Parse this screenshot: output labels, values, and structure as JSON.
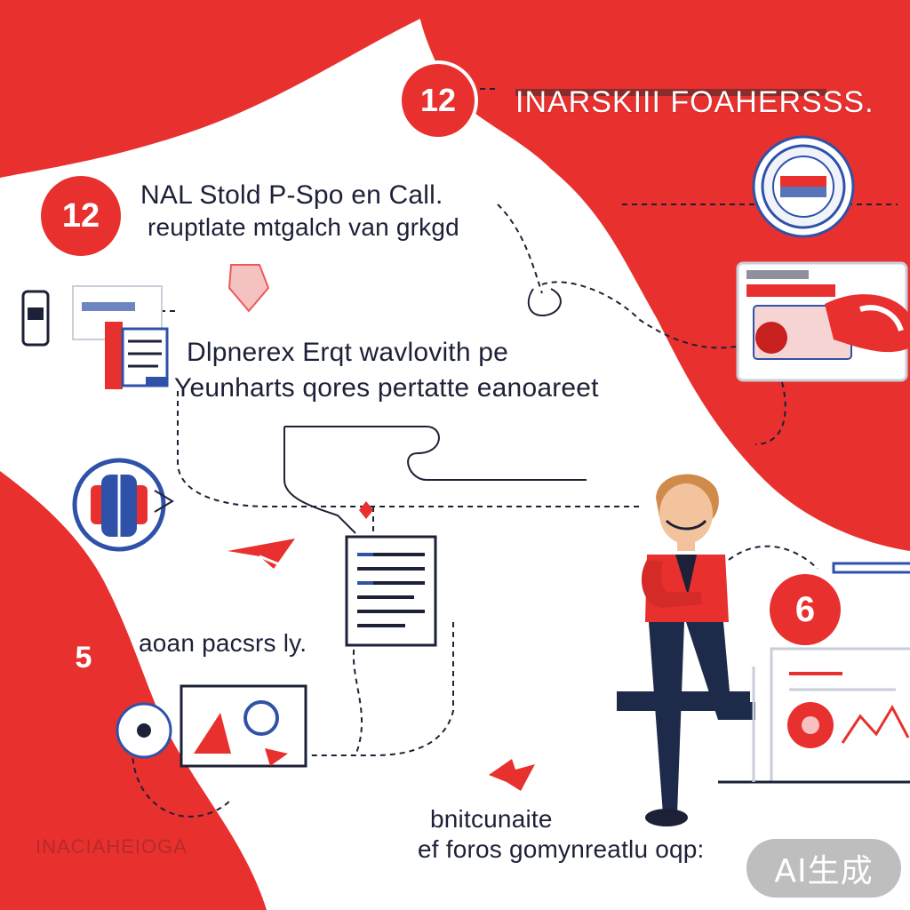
{
  "header": {
    "title": "INARSKIII FOAHERSSS."
  },
  "badges": {
    "top": "12",
    "step1": "12",
    "left_bottom": "5",
    "right": "6"
  },
  "blocks": {
    "step1_line1": "NAL Stold P-Spo en Call.",
    "step1_line2": "reuptlate mtgalch van grkgd",
    "step2_line1": "Dlpnerex Erqt wavlovith pe",
    "step2_line2": "Yeunharts qores pertatte eanoareet",
    "step3_line1": "aoan pacsrs ly.",
    "step4_line1": "bnitcunaite",
    "step4_line2": "ef foros gomynreatlu oqp:"
  },
  "watermark": "INACIAHEIOGA",
  "generated_badge": "AI生成",
  "colors": {
    "brand_red": "#e8302e",
    "navy": "#1d2137",
    "white": "#ffffff",
    "blue_accent": "#2f52a8"
  },
  "icons": [
    "seal-icon",
    "browser-window-icon",
    "phone-icon",
    "document-icon",
    "globe-badge-icon",
    "envelope-arrow-icon",
    "folder-tab-icon",
    "document-list-icon",
    "camera-screen-icon",
    "person-illustration",
    "monitor-chart-icon"
  ]
}
